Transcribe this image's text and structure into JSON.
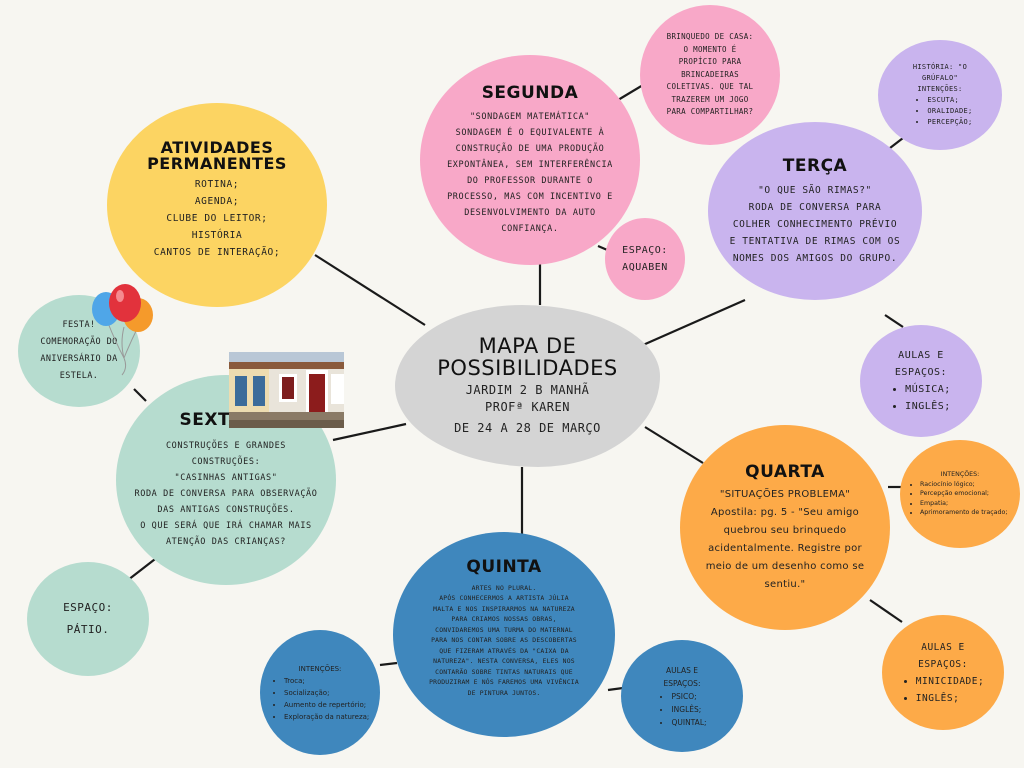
{
  "center": {
    "title": "MAPA DE POSSIBILIDADES",
    "lines": [
      "JARDIM 2 B MANHÃ",
      "PROFª KAREN",
      "DE 24 A 28 DE MARÇO"
    ]
  },
  "atividades": {
    "title": "ATIVIDADES PERMANENTES",
    "lines": [
      "ROTINA;",
      "AGENDA;",
      "CLUBE DO LEITOR;",
      "HISTÓRIA",
      "CANTOS DE INTERAÇÃO;"
    ]
  },
  "segunda": {
    "title": "SEGUNDA",
    "lines": [
      "\"SONDAGEM MATEMÁTICA\"",
      "SONDAGEM É O EQUIVALENTE À",
      "CONSTRUÇÃO DE UMA PRODUÇÃO",
      "EXPONTÂNEA, SEM INTERFERÊNCIA",
      "DO PROFESSOR DURANTE O",
      "PROCESSO, MAS COM INCENTIVO E",
      "DESENVOLVIMENTO DA AUTO",
      "CONFIANÇA."
    ]
  },
  "brinquedo": {
    "lines": [
      "BRINQUEDO DE CASA:",
      "O MOMENTO É",
      "PROPÍCIO PARA",
      "BRINCADEIRAS",
      "COLETIVAS. QUE TAL",
      "TRAZEREM UM JOGO",
      "PARA COMPARTILHAR?"
    ]
  },
  "espaco_aquaben": {
    "lines": [
      "ESPAÇO:",
      "AQUABEN"
    ]
  },
  "terca": {
    "title": "TERÇA",
    "lines": [
      "\"O QUE SÃO RIMAS?\"",
      "RODA DE CONVERSA PARA",
      "COLHER CONHECIMENTO PRÉVIO",
      "E TENTATIVA DE  RIMAS COM OS",
      "NOMES DOS AMIGOS DO GRUPO."
    ]
  },
  "historia_grufalo": {
    "lines": [
      "HISTÓRIA: \"O",
      "GRÚFALO\"",
      "INTENÇÕES:"
    ],
    "items": [
      "ESCUTA;",
      "ORALIDADE;",
      "PERCEPÇÃO;"
    ]
  },
  "aulas_terca": {
    "lines": [
      "AULAS E",
      "ESPAÇOS:"
    ],
    "items": [
      "MÚSICA;",
      "INGLÊS;"
    ]
  },
  "quarta": {
    "title": "QUARTA",
    "lines": [
      "\"SITUAÇÕES PROBLEMA\"",
      "Apostila: pg. 5 - \"Seu amigo",
      "quebrou seu brinquedo",
      "acidentalmente. Registre por",
      "meio de um desenho como se",
      "sentiu.\""
    ]
  },
  "intencoes_quarta": {
    "lines": [
      "INTENÇÕES:"
    ],
    "items": [
      "Raciocínio lógico;",
      "Percepção emocional;",
      "Empatia;",
      "Aprimoramento de traçado;"
    ]
  },
  "aulas_quarta": {
    "lines": [
      "AULAS E",
      "ESPAÇOS:"
    ],
    "items": [
      "MINICIDADE;",
      "INGLÊS;"
    ]
  },
  "quinta": {
    "title": "QUINTA",
    "lines": [
      "ARTES NO PLURAL.",
      "APÓS CONHECERMOS A ARTISTA JÚLIA",
      "MALTA E NOS INSPIRARMOS NA NATUREZA",
      "PARA CRIAMOS NOSSAS OBRAS,",
      "CONVIDAREMOS UMA TURMA DO MATERNAL",
      "PARA NOS CONTAR SOBRE AS DESCOBERTAS",
      "QUE FIZERAM ATRAVÉS DA \"CAIXA DA",
      "NATUREZA\". NESTA CONVERSA, ELES NOS",
      "CONTARÃO SOBRE TINTAS NATURAIS QUE",
      "PRODUZIRAM E NÓS FAREMOS UMA VIVÊNCIA",
      "DE PINTURA JUNTOS."
    ]
  },
  "intencoes_quinta": {
    "lines": [
      "INTENÇÕES:"
    ],
    "items": [
      "Troca;",
      "Socialização;",
      "Aumento de repertório;",
      "Exploração da natureza;"
    ]
  },
  "aulas_quinta": {
    "lines": [
      "AULAS E",
      "ESPAÇOS:"
    ],
    "items": [
      "PSICO;",
      "INGLÊS;",
      "QUINTAL;"
    ]
  },
  "sexta": {
    "title": "SEXTA",
    "lines": [
      "CONSTRUÇÕES E GRANDES",
      "CONSTRUÇÕES:",
      "\"CASINHAS ANTIGAS\"",
      "RODA DE CONVERSA PARA OBSERVAÇÃO",
      "DAS ANTIGAS CONSTRUÇÕES.",
      "O QUE SERÁ QUE IRÁ CHAMAR MAIS",
      "ATENÇÃO DAS CRIANÇAS?"
    ]
  },
  "festa": {
    "lines": [
      "FESTA!",
      "COMEMORAÇÃO DO",
      "ANIVERSÁRIO DA",
      "ESTELA."
    ]
  },
  "espaco_patio": {
    "lines": [
      "ESPAÇO:",
      "PÁTIO."
    ]
  },
  "colors": {
    "yellow": "#fcd462",
    "pink": "#f8a8c8",
    "lavender": "#c9b4ee",
    "orange": "#fdaa48",
    "blue": "#3f87bd",
    "mint": "#b6dccf",
    "gray": "#d4d4d4",
    "line": "#1a1a1a"
  }
}
